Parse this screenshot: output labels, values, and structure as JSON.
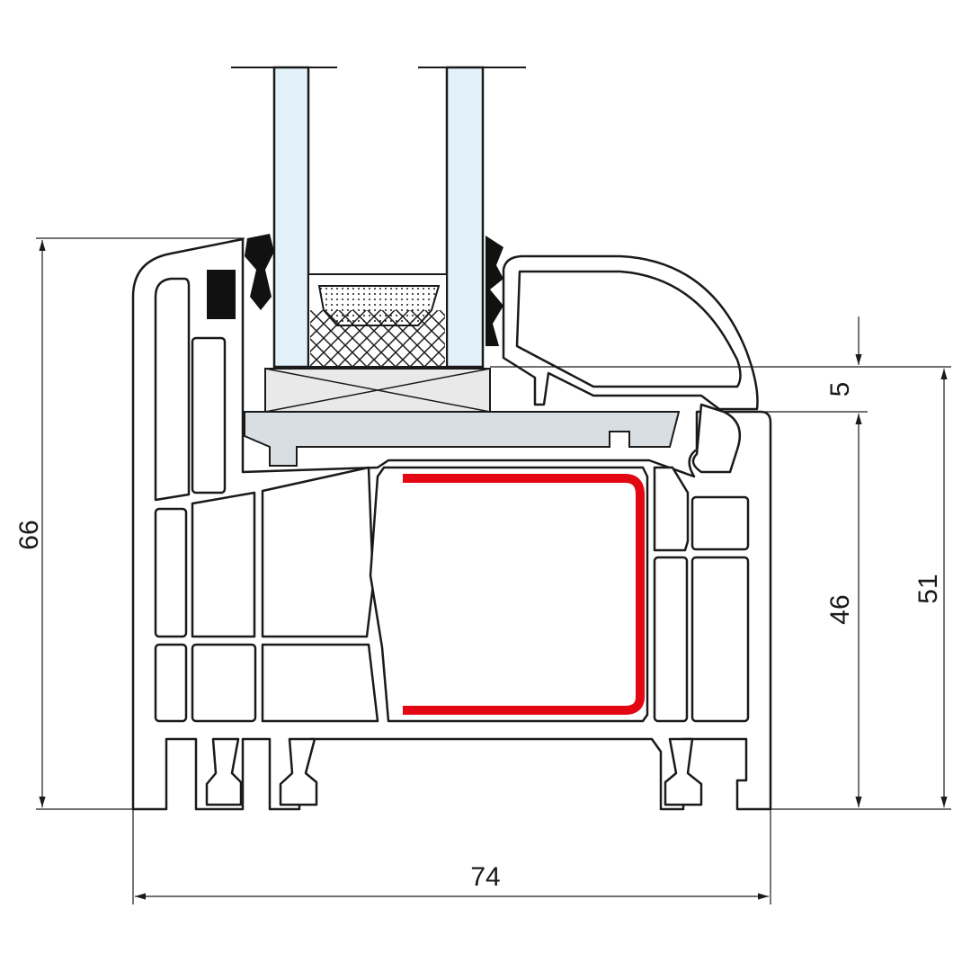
{
  "dimensions": {
    "total_height": "66",
    "total_width": "74",
    "frame_height": "46",
    "sash_height": "51",
    "overlap": "5"
  },
  "colors": {
    "outline": "#1a1a1a",
    "glass": "#e3f2fa",
    "reinforcement": "#e30613",
    "glazing_block": "#e9e9e9",
    "base_plate": "#d9dee3",
    "gasket": "#111111"
  }
}
